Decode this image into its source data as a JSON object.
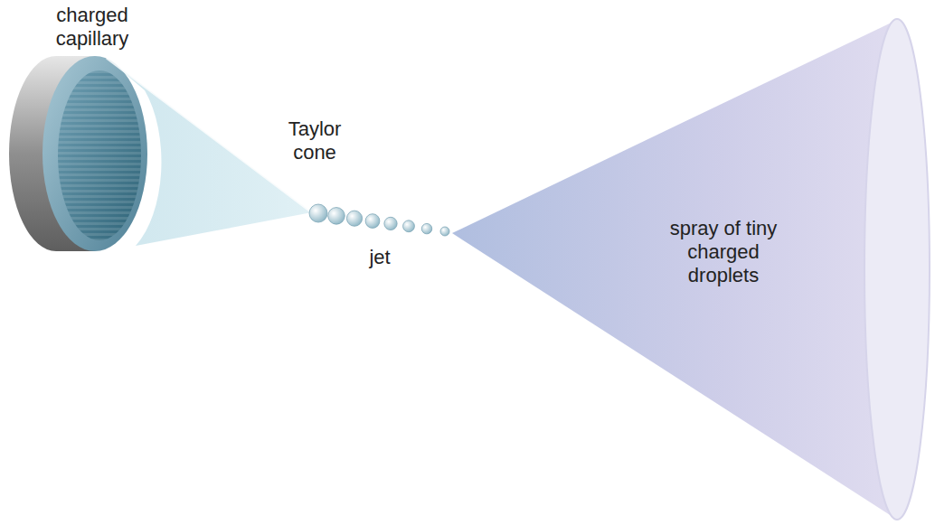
{
  "diagram": {
    "labels": [
      "charged capillary",
      "Taylor cone",
      "jet",
      "spray of tiny charged droplets"
    ]
  }
}
